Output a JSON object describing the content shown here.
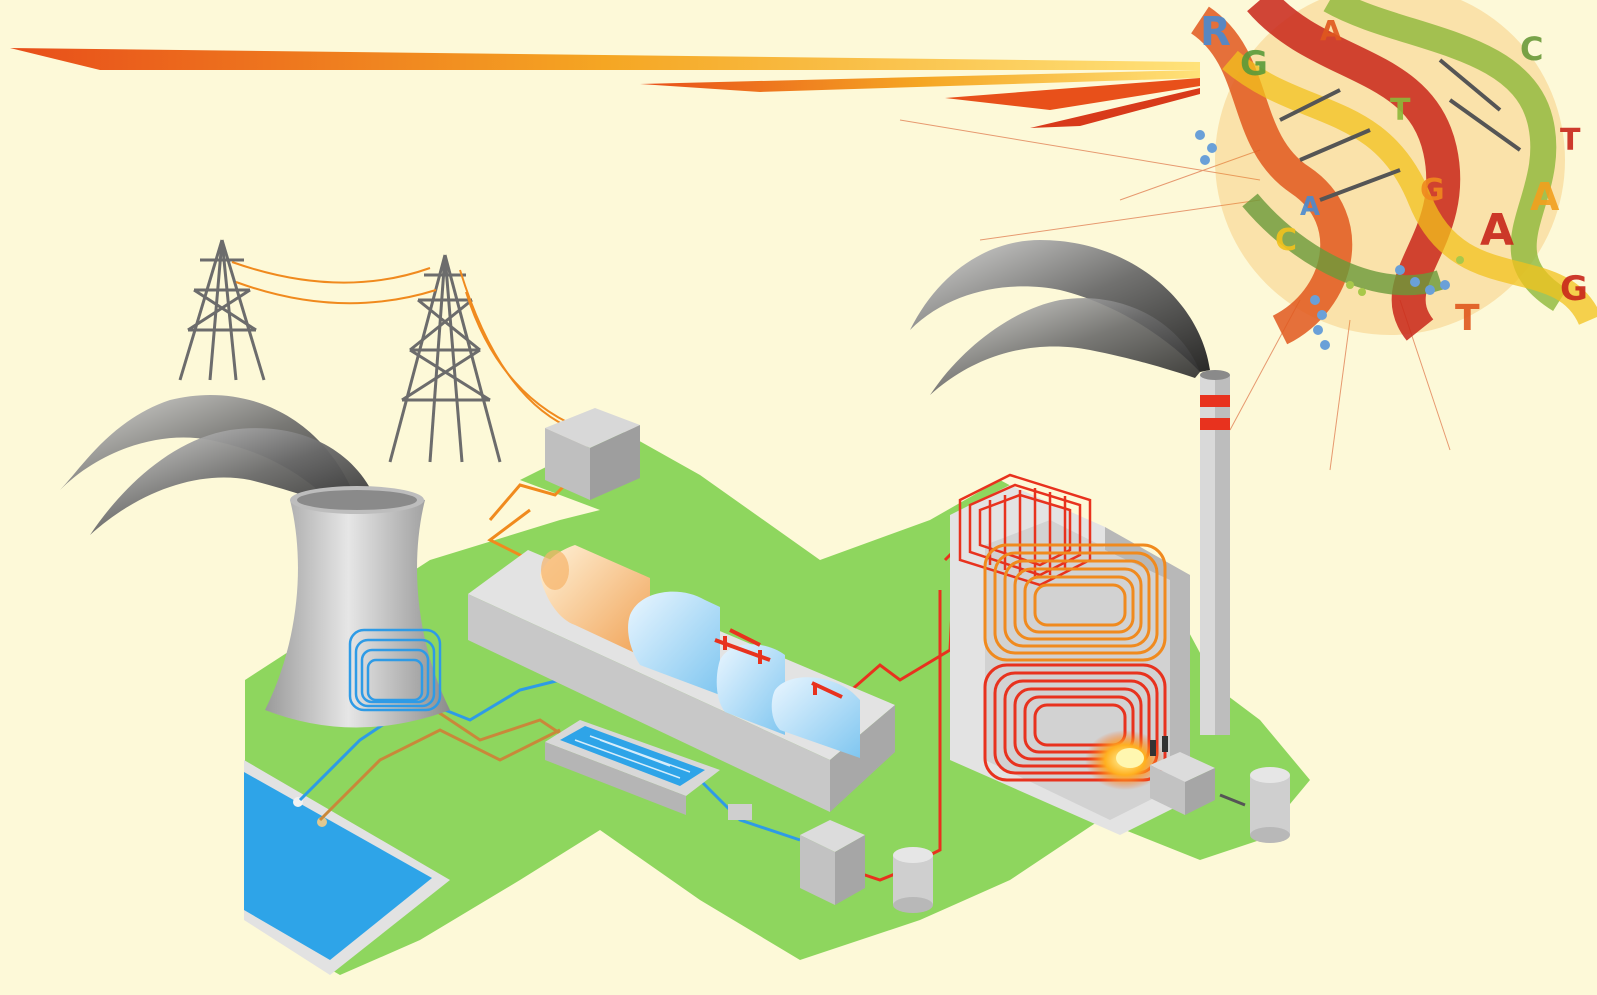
{
  "illustration": {
    "subject": "",
    "burst_letters": [
      "R",
      "G",
      "A",
      "A",
      "T",
      "C",
      "G",
      "T",
      "A",
      "C",
      "G",
      "A",
      "T"
    ]
  },
  "palette": {
    "background": "#fdf9d8",
    "ground": "#8ed65e",
    "water": "#2ea4e8",
    "steam_red": "#e8321e",
    "heat_orange": "#f08a1e",
    "cool_blue": "#2e9be6",
    "concrete": "#c9c9c9",
    "smoke": "#4a4a4a"
  }
}
